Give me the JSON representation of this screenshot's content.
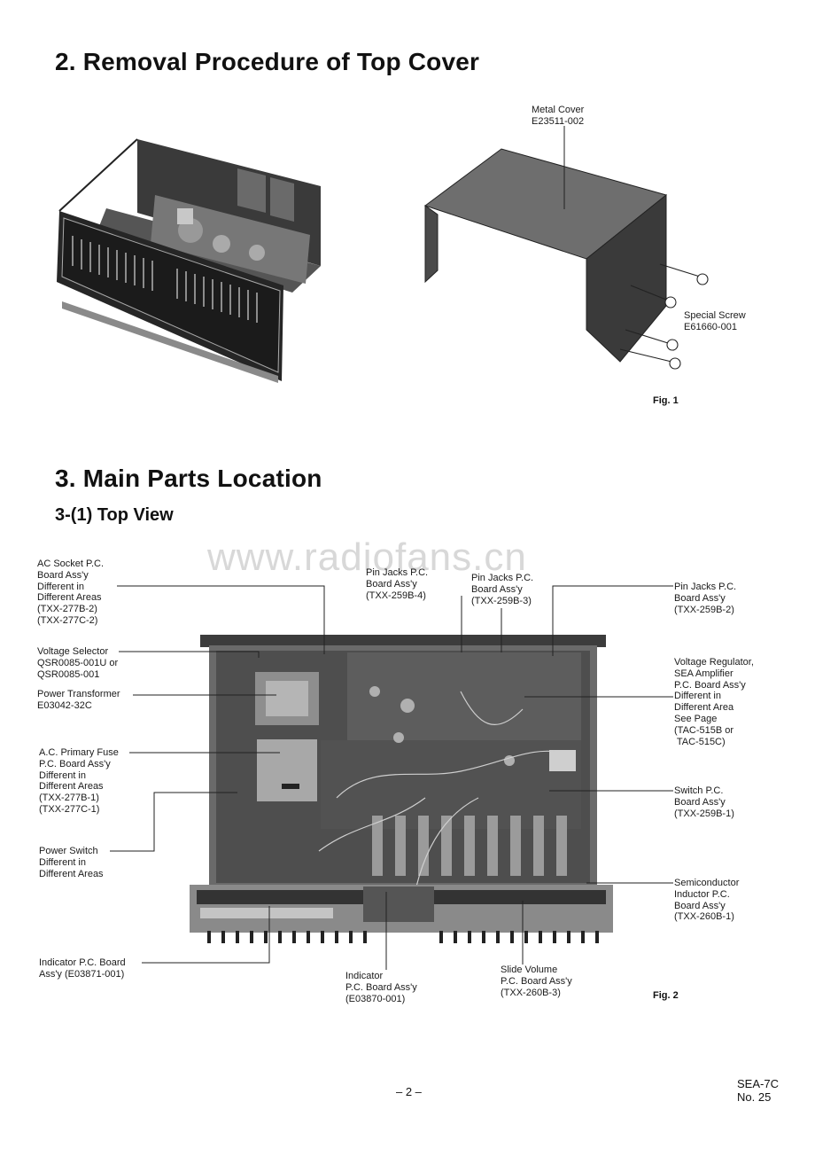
{
  "sections": {
    "removal_title": "2. Removal Procedure of Top Cover",
    "parts_title": "3. Main Parts Location",
    "top_view_title": "3-(1) Top View"
  },
  "fig1": {
    "metal_cover": "Metal Cover\nE23511-002",
    "special_screw": "Special Screw\nE61660-001",
    "caption": "Fig. 1"
  },
  "fig2": {
    "caption": "Fig. 2",
    "labels": {
      "ac_socket": "AC Socket P.C.\nBoard Ass'y\nDifferent in\nDifferent Areas\n(TXX-277B-2)\n(TXX-277C-2)",
      "voltage_selector": "Voltage Selector\nQSR0085-001U or\nQSR0085-001",
      "power_transformer": "Power Transformer\nE03042-32C",
      "primary_fuse": "A.C. Primary Fuse\nP.C. Board Ass'y\nDifferent in\nDifferent Areas\n(TXX-277B-1)\n(TXX-277C-1)",
      "power_switch": "Power Switch\nDifferent in\nDifferent Areas",
      "indicator_left": "Indicator P.C. Board\nAss'y (E03871-001)",
      "indicator_center": "Indicator\nP.C. Board Ass'y\n(E03870-001)",
      "slide_volume": "Slide Volume\nP.C. Board Ass'y\n(TXX-260B-3)",
      "pin_jacks_4": "Pin Jacks P.C.\nBoard Ass'y\n(TXX-259B-4)",
      "pin_jacks_3": "Pin Jacks P.C.\nBoard Ass'y\n(TXX-259B-3)",
      "pin_jacks_2": "Pin Jacks P.C.\nBoard Ass'y\n(TXX-259B-2)",
      "voltage_regulator": "Voltage Regulator,\nSEA Amplifier\nP.C. Board Ass'y\nDifferent in\nDifferent Area\nSee Page\n(TAC-515B or\n TAC-515C)",
      "switch_pc": "Switch P.C.\nBoard Ass'y\n(TXX-259B-1)",
      "semiconductor": "Semiconductor\nInductor P.C.\nBoard Ass'y\n(TXX-260B-1)"
    }
  },
  "watermark": "www.radiofans.cn",
  "footer": {
    "page_number": "– 2 –",
    "model": "SEA-7C\nNo. 25"
  }
}
